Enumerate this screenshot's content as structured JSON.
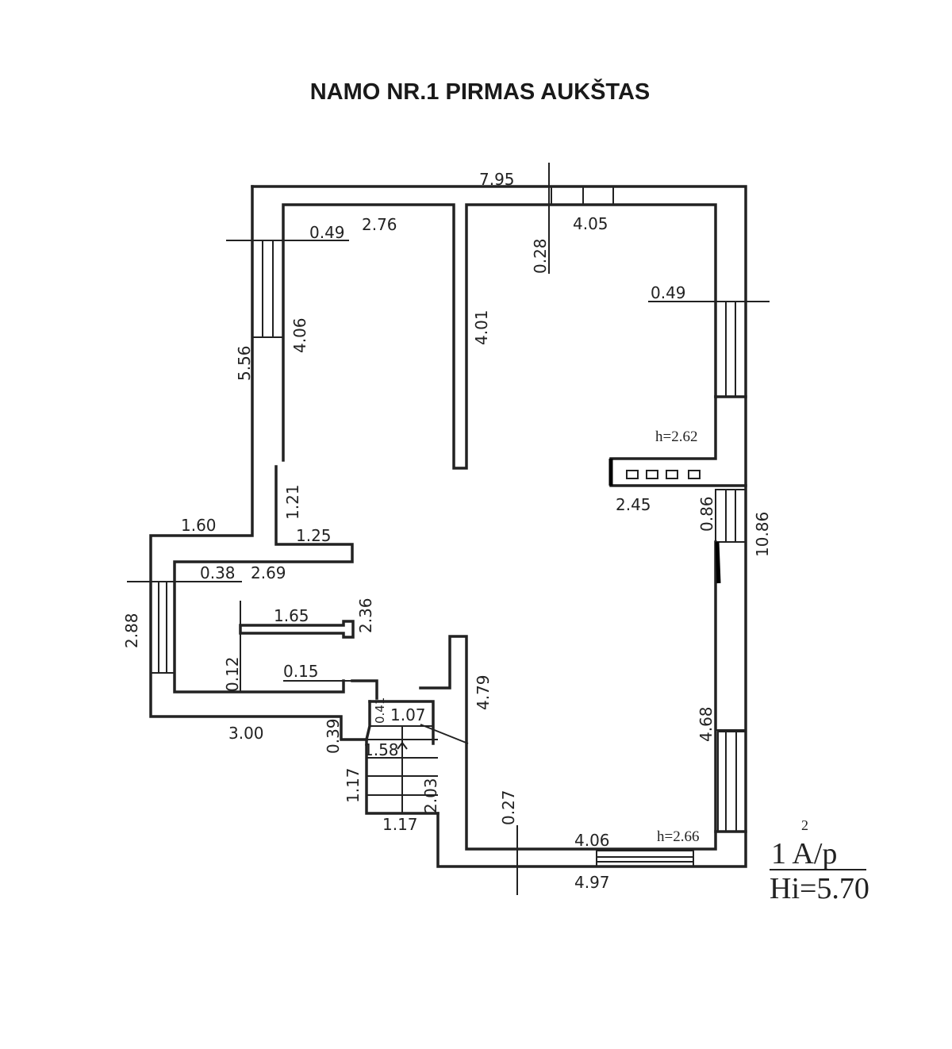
{
  "title": "NAMO NR.1 PIRMAS AUKŠTAS",
  "dimensions": {
    "top_total": "7.95",
    "top_right_room": "4.05",
    "top_left_room": "2.76",
    "left_wall_thickness": "0.49",
    "right_wall_thickness": "0.49",
    "top_wall_thickness": "0.28",
    "left_room_height": "4.06",
    "left_outer": "5.56",
    "partition": "4.01",
    "corridor": "1.21",
    "left_wing_top": "1.60",
    "corridor_width": "1.25",
    "wing_wall_thickness": "0.38",
    "wing_room": "2.69",
    "wing_outer": "2.88",
    "inner_wall": "1.65",
    "wing_depth": "2.36",
    "partition_thickness": "0.12",
    "door_offset": "0.15",
    "wing_bottom": "3.00",
    "step": "0.39",
    "small_dim": "0.41",
    "landing": "1.07",
    "stair_top": "1.58",
    "stair_side": "1.17",
    "stair_bottom": "1.17",
    "stair_length": "2.03",
    "hall": "4.79",
    "bottom_wall_thickness": "0.27",
    "bottom_inner": "4.06",
    "bottom_outer": "4.97",
    "chimney": "2.45",
    "right_small": "0.86",
    "right_total": "10.86",
    "right_lower": "4.68",
    "height_upper": "h=2.62",
    "height_lower": "h=2.66"
  },
  "legend": {
    "line1": "1 A/p",
    "superscript": "2",
    "line2": "Hi=5.70"
  }
}
